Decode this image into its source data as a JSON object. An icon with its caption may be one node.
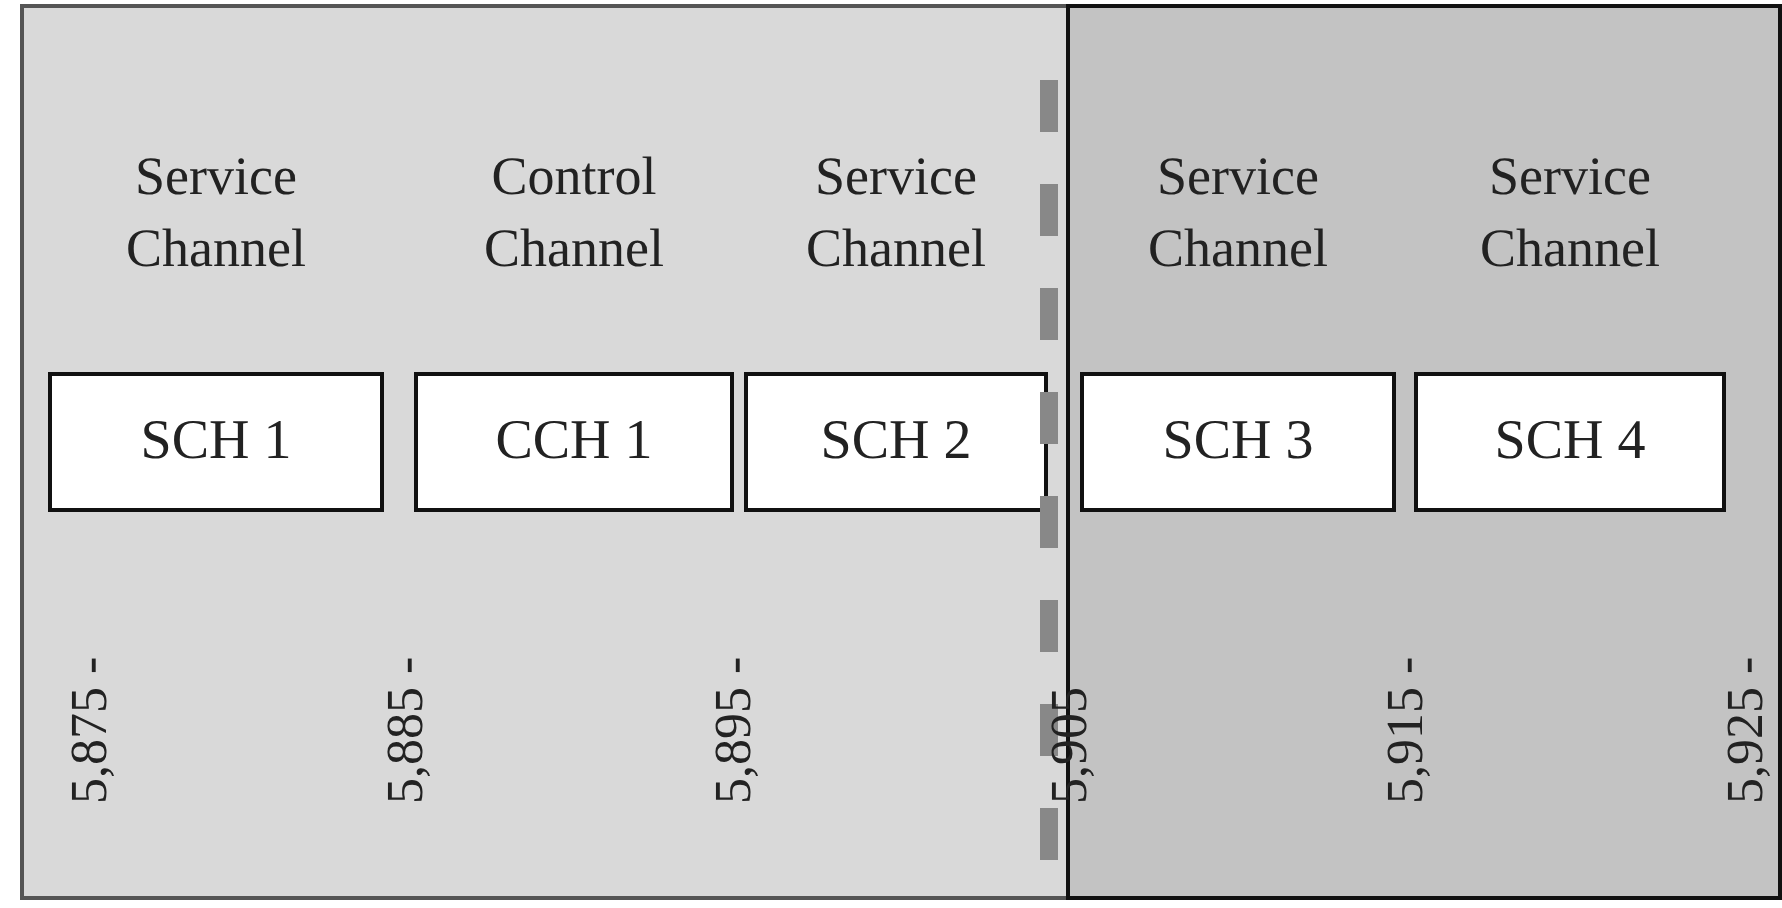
{
  "diagram": {
    "nodes": [
      {
        "text": [],
        "shape": "box"
      },
      {
        "text": [],
        "shape": "box"
      },
      {
        "text": [
          "Service Channel",
          "SCH 1"
        ],
        "in": 0
      },
      {
        "text": [
          "Control Channel",
          "CCH 1"
        ],
        "in": 0
      },
      {
        "text": [
          "Service Channel",
          "SCH 2"
        ],
        "in": 0
      },
      {
        "text": [
          "Service Channel",
          "SCH 3"
        ],
        "in": 1
      },
      {
        "text": [
          "Service Channel",
          "SCH 4"
        ],
        "in": 1
      }
    ],
    "edges": [],
    "labels": [
      "5,875 -",
      "5,885 -",
      "5,895 -",
      "5,905",
      "5,915 -",
      "5,925 -"
    ]
  }
}
